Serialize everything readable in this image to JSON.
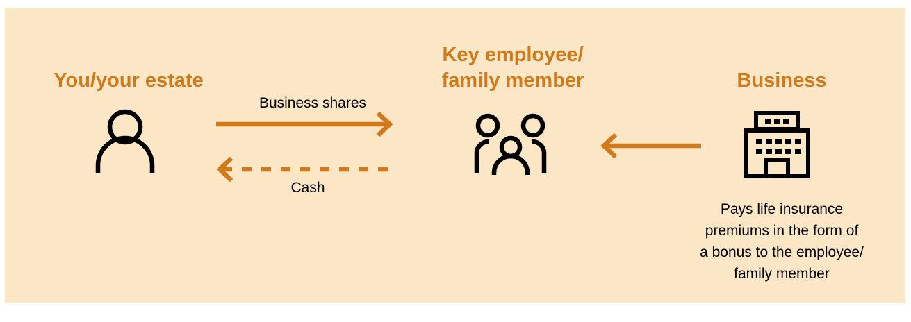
{
  "colors": {
    "background": "#fbe6c6",
    "accent": "#d07a1c",
    "icon": "#000000"
  },
  "nodes": {
    "you": {
      "title": "You/your estate",
      "icon": "person-icon"
    },
    "key_employee": {
      "title_line1": "Key employee/",
      "title_line2": "family member",
      "icon": "family-icon"
    },
    "business": {
      "title": "Business",
      "icon": "office-building-icon",
      "note_lines": [
        "Pays life insurance",
        "premiums in the form of",
        "a bonus to the employee/",
        "family member"
      ]
    }
  },
  "edges": {
    "shares": {
      "label": "Business shares",
      "style": "solid",
      "direction": "you-to-employee"
    },
    "cash": {
      "label": "Cash",
      "style": "dashed",
      "direction": "employee-to-you"
    },
    "premiums": {
      "label": "",
      "style": "solid",
      "direction": "business-to-employee"
    }
  }
}
